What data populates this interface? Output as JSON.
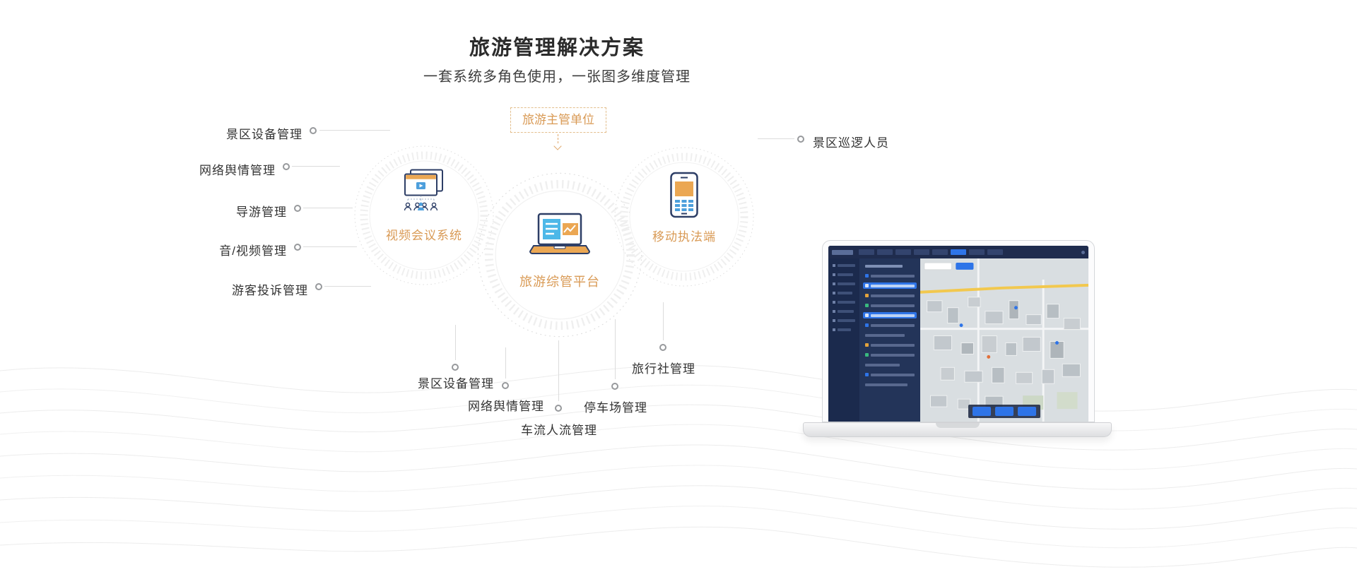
{
  "page": {
    "title": "旅游管理解决方案",
    "subtitle": "一套系统多角色使用，一张图多维度管理"
  },
  "diagram": {
    "authority_label": "旅游主管单位",
    "nodes": {
      "video": "视频会议系统",
      "platform": "旅游综管平台",
      "mobile": "移动执法端"
    },
    "left_items": [
      "景区设备管理",
      "网络舆情管理",
      "导游管理",
      "音/视频管理",
      "游客投诉管理"
    ],
    "right_items": [
      "景区巡逻人员"
    ],
    "bottom_items": [
      "景区设备管理",
      "网络舆情管理",
      "车流人流管理",
      "停车场管理",
      "旅行社管理"
    ]
  },
  "colors": {
    "accent_orange": "#D99A55",
    "icon_navy": "#2D3E66",
    "icon_blue": "#4D9FDC",
    "icon_light_blue": "#4DB8E8",
    "connector_gray": "#DCDCDC",
    "dashboard_navy": "#17233E",
    "dashboard_blue": "#2E74E8"
  }
}
